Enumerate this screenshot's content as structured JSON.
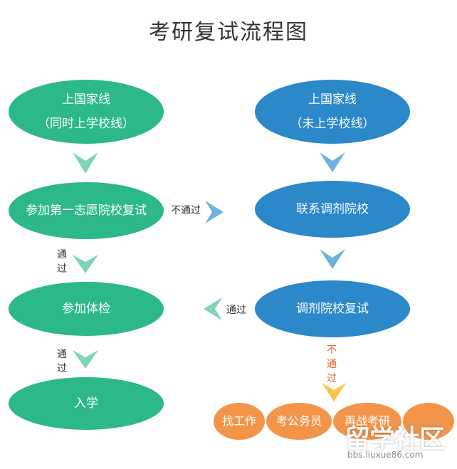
{
  "title": "考研复试流程图",
  "left": {
    "node1_line1": "上国家线",
    "node1_line2": "（同时上学校线）",
    "node2": "参加第一志愿院校复试",
    "node3": "参加体检",
    "node4": "入学",
    "pass_label_1": "通过",
    "pass_label_2": "通过"
  },
  "right": {
    "node1_line1": "上国家线",
    "node1_line2": "（未上学校线）",
    "node2": "联系调剂院校",
    "node3": "调剂院校复试",
    "fail_label": "不通过",
    "pass_label": "通过"
  },
  "cross_fail_label": "不通过",
  "outcomes": [
    "找工作",
    "考公务员",
    "再战考研",
    ""
  ],
  "watermark": {
    "big": "留学社区",
    "small": "bbs.liuxue86.com"
  },
  "colors": {
    "green": "#2cb987",
    "blue": "#2b88c9",
    "orange": "#f2954b",
    "arrow_green": "#7fd4b3",
    "arrow_blue": "#6fb2de",
    "arrow_yellow": "#f5c64a"
  }
}
